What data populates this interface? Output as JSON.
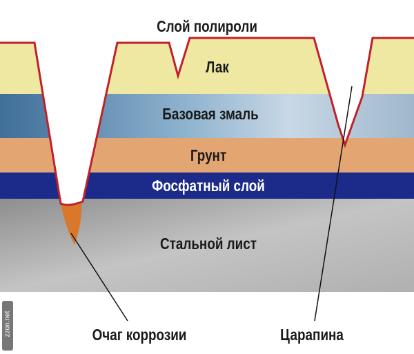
{
  "title": "Слой полироли",
  "layers": [
    {
      "name": "Лак",
      "color": "#efe8a2"
    },
    {
      "name": "Базовая змаль",
      "color": "#6f9bbd"
    },
    {
      "name": "Грунт",
      "color": "#e3a672"
    },
    {
      "name": "Фосфатный слой",
      "color": "#1c2a8a"
    },
    {
      "name": "Стальной лист",
      "color": "#a9a9a9"
    }
  ],
  "annotations": {
    "corrosion": "Очаг коррозии",
    "scratch": "Царапина"
  },
  "outline_color": "#c0202a",
  "watermark": "zzon.net"
}
